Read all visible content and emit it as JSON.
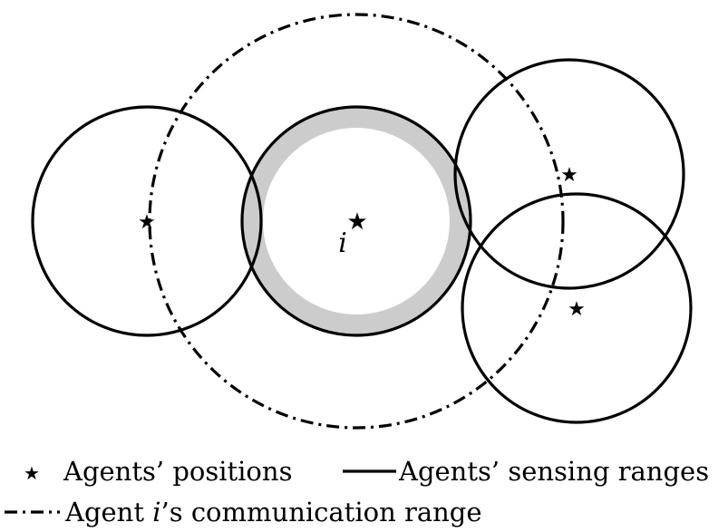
{
  "diagram": {
    "center_label": "i",
    "shade_color": "#cccccc",
    "line_color": "#000000"
  },
  "legend": {
    "star_symbol": "★",
    "positions": "Agents’ positions",
    "sensing": "Agents’ sensing ranges",
    "comm_prefix": "Agent ",
    "comm_italic": "i",
    "comm_suffix": "’s communication range"
  }
}
